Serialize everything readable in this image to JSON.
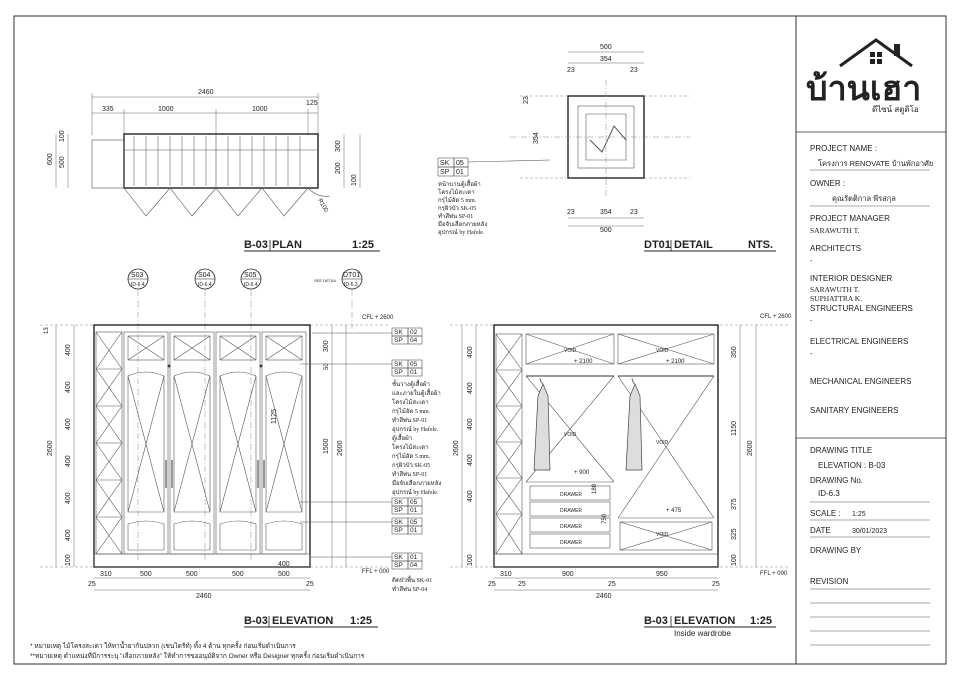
{
  "brand": {
    "logo_text": "บ้านเฮา",
    "logo_sub": "ดีไซน์ สตูดิโอ"
  },
  "title_block": {
    "project_name_label": "PROJECT NAME :",
    "project_name_value": "โครงการ RENOVATE บ้านพักอาศัย",
    "owner_label": "OWNER :",
    "owner_value": "คุณรัตติกาล พีรสกุล",
    "project_manager_label": "PROJECT MANAGER",
    "project_manager_value": "SARAWUTH T.",
    "architects_label": "ARCHITECTS",
    "architects_value": "-",
    "interior_label": "INTERIOR DESIGNER",
    "interior_value_1": "SARAWUTH T.",
    "interior_value_2": "SUPHATTRA K.",
    "structural_label": "STRUCTURAL ENGINEERS",
    "structural_value": "-",
    "electrical_label": "ELECTRICAL ENGINEERS",
    "electrical_value": "-",
    "mechanical_label": "MECHANICAL ENGINEERS",
    "sanitary_label": "SANITARY ENGINEERS",
    "drawing_title_label": "DRAWING TITLE",
    "drawing_title_value": "ELEVATION : B-03",
    "drawing_no_label": "DRAWING No.",
    "drawing_no_value": "ID-6.3",
    "scale_label": "SCALE :",
    "scale_value": "1:25",
    "date_label": "DATE",
    "date_value": "30/01/2023",
    "drawing_by_label": "DRAWING BY",
    "revision_label": "REVISION"
  },
  "views": {
    "plan": {
      "ref": "B-03",
      "name": "PLAN",
      "scale": "1:25"
    },
    "detail": {
      "ref": "DT01",
      "name": "DETAIL",
      "scale": "NTS."
    },
    "elevation": {
      "ref": "B-03",
      "name": "ELEVATION",
      "scale": "1:25"
    },
    "elevation_inside": {
      "ref": "B-03",
      "name": "ELEVATION",
      "scale": "1:25",
      "subtitle": "Inside wardrobe"
    }
  },
  "plan_dims": {
    "overall": "2460",
    "d1": "335",
    "d2": "1000",
    "d3": "1000",
    "d4": "125",
    "left_600": "600",
    "left_100": "100",
    "left_500": "500",
    "right_300": "300",
    "right_200": "200",
    "right_100": "100",
    "radius": "R100"
  },
  "detail_dims": {
    "top_500": "500",
    "top_354": "354",
    "top_23a": "23",
    "top_23b": "23",
    "bot_23a": "23",
    "bot_23b": "23",
    "bot_354": "354",
    "bot_500": "500",
    "side_23": "23",
    "side_354": "354"
  },
  "sections": {
    "s03": "S03",
    "s04": "S04",
    "s05": "S05",
    "dt01": "DT01",
    "sheet": "ID-6.4",
    "sheet_dt": "ID-6.3",
    "see_detail": "SEE DETAIL"
  },
  "tags": [
    {
      "code": "SK",
      "num": "05"
    },
    {
      "code": "SP",
      "num": "01"
    },
    {
      "code": "SK",
      "num": "02"
    },
    {
      "code": "SP",
      "num": "04"
    },
    {
      "code": "SK",
      "num": "05"
    },
    {
      "code": "SP",
      "num": "01"
    },
    {
      "code": "SK",
      "num": "05"
    },
    {
      "code": "SP",
      "num": "01"
    },
    {
      "code": "SK",
      "num": "05"
    },
    {
      "code": "SP",
      "num": "01"
    },
    {
      "code": "SK",
      "num": "01"
    },
    {
      "code": "SP",
      "num": "04"
    }
  ],
  "notes": {
    "plan_note": [
      "หน้าบานตู้เสื้อผ้า",
      "โครงไม้สะเดา",
      "กรุไม้อัด 5 mm.",
      "กรุผิวบัว SK-05",
      "ทำสีพ่น SP-01",
      "มือจับเลือกภายหลัง",
      "อุปกรณ์ by Hafele."
    ],
    "elev_note": [
      "ชั้นวางตู้เสื้อผ้า",
      "และภายในตู้เสื้อผ้า",
      "โครงไม้สะเดา",
      "กรุไม้อัด 5 mm.",
      "ทำสีพ่น SP-01",
      "อุปกรณ์ by Hafele.",
      "ตู้เสื้อผ้า",
      "โครงไม้สะเดา",
      "กรุไม้อัด 5 mm.",
      "กรุผิวบัว SK-05",
      "ทำสีพ่น SP-01",
      "มือจับเลือกภายหลัง",
      "อุปกรณ์ by Hafele."
    ],
    "skirting_note": [
      "ติดบัวพื้น SK-01",
      "ทำสีพ่น SP-04"
    ],
    "footer_1": "* หมายเหตุ ไม้โครงสะเดา ให้ทาน้ำยากันปลวก (เชนไดร้ท์) ทั้ง 4 ด้าน ทุกครั้ง ก่อนเริ่มดำเนินการ",
    "footer_2": "**หมายเหตุ ตำแหน่งที่มีการระบุ \"เลือกภายหลัง\" ให้ทำการขออนุมัติจาก Owner หรือ Designer ทุกครั้ง ก่อนเริ่มดำเนินการ"
  },
  "elev_dims": {
    "overall": "2460",
    "b1": "310",
    "b2": "500",
    "b3": "500",
    "b4": "500",
    "b5": "500",
    "b25a": "25",
    "b25b": "25",
    "v400a": "400",
    "v400b": "400",
    "v400c": "400",
    "v400d": "400",
    "v400e": "400",
    "v400f": "400",
    "v100": "100",
    "v13": "13",
    "v2600": "2600",
    "r300": "300",
    "r50": "50",
    "r1500": "1500",
    "r2600": "2600",
    "r1125": "1125",
    "r400": "400",
    "cfl": "CFL + 2600",
    "ffl": "FFL + 000"
  },
  "inside_dims": {
    "overall": "2460",
    "b310": "310",
    "b900": "900",
    "b950": "950",
    "b25a": "25",
    "b25b": "25",
    "b25c": "25",
    "b25d": "25",
    "lv400a": "400",
    "lv400b": "400",
    "lv400c": "400",
    "lv400d": "400",
    "lv400e": "400",
    "lv100": "100",
    "lv2600": "2600",
    "rv350": "350",
    "rv1150": "1150",
    "rv375": "375",
    "rv325": "325",
    "rv100": "100",
    "rv2600": "2600",
    "lvl2100a": "+ 2100",
    "lvl2100b": "+ 2100",
    "lvl900": "+ 900",
    "lvl475": "+ 475",
    "drawer": "DRAWER",
    "void": "VOID",
    "d188": "188",
    "d750": "750",
    "cfl": "CFL + 2600",
    "ffl": "FFL + 000"
  }
}
